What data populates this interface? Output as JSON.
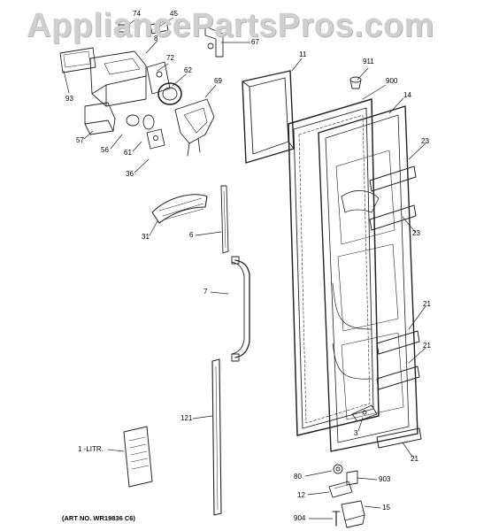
{
  "watermark": "AppliancePartsPros.com",
  "art_number": "(ART NO. WR19836 C6)",
  "callouts": [
    {
      "id": "c74",
      "label": "74"
    },
    {
      "id": "c45",
      "label": "45"
    },
    {
      "id": "c8",
      "label": "8"
    },
    {
      "id": "c67",
      "label": "67"
    },
    {
      "id": "c11",
      "label": "11"
    },
    {
      "id": "c911",
      "label": "911"
    },
    {
      "id": "c93",
      "label": "93"
    },
    {
      "id": "c72",
      "label": "72"
    },
    {
      "id": "c62",
      "label": "62"
    },
    {
      "id": "c69",
      "label": "69"
    },
    {
      "id": "c900",
      "label": "900"
    },
    {
      "id": "c14",
      "label": "14"
    },
    {
      "id": "c57",
      "label": "57"
    },
    {
      "id": "c56",
      "label": "56"
    },
    {
      "id": "c61",
      "label": "61"
    },
    {
      "id": "c36",
      "label": "36"
    },
    {
      "id": "c23a",
      "label": "23"
    },
    {
      "id": "c31",
      "label": "31"
    },
    {
      "id": "c6",
      "label": "6"
    },
    {
      "id": "c23b",
      "label": "23"
    },
    {
      "id": "c7",
      "label": "7"
    },
    {
      "id": "c21a",
      "label": "21"
    },
    {
      "id": "c21b",
      "label": "21"
    },
    {
      "id": "c121",
      "label": "121"
    },
    {
      "id": "c3",
      "label": "3"
    },
    {
      "id": "c1litr",
      "label": "1 -LITR."
    },
    {
      "id": "c21c",
      "label": "21"
    },
    {
      "id": "c80",
      "label": "80"
    },
    {
      "id": "c903",
      "label": "903"
    },
    {
      "id": "c12",
      "label": "12"
    },
    {
      "id": "c904",
      "label": "904"
    },
    {
      "id": "c15",
      "label": "15"
    }
  ]
}
